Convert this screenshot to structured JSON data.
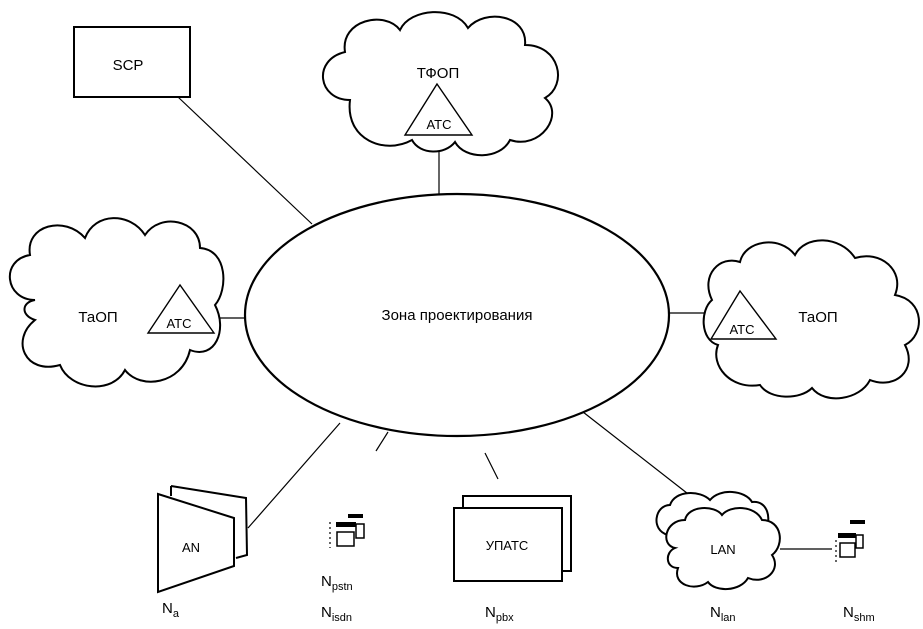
{
  "diagram": {
    "center": {
      "label": "Зона проектирования"
    },
    "nodes": {
      "scp": {
        "label": "SCP"
      },
      "tfop": {
        "label": "ТФОП",
        "exchange": "АТС"
      },
      "taop_left": {
        "label": "ТаОП",
        "exchange": "АТС"
      },
      "taop_right": {
        "label": "ТаОП",
        "exchange": "АТС"
      },
      "an": {
        "label": "AN"
      },
      "upats": {
        "label": "УПАТС"
      },
      "lan": {
        "label": "LAN"
      }
    },
    "captions": [
      {
        "id": "na",
        "main": "N",
        "sub": "a"
      },
      {
        "id": "npstn",
        "main": "N",
        "sub": "pstn"
      },
      {
        "id": "nisdn",
        "main": "N",
        "sub": "isdn"
      },
      {
        "id": "npbx",
        "main": "N",
        "sub": "pbx"
      },
      {
        "id": "nlan",
        "main": "N",
        "sub": "lan"
      },
      {
        "id": "nshm",
        "main": "N",
        "sub": "shm"
      }
    ],
    "colors": {
      "stroke": "#000000",
      "background": "#ffffff"
    }
  }
}
